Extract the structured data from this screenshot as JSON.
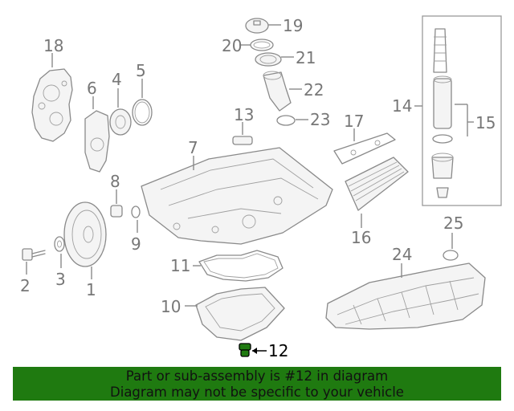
{
  "diagram": {
    "callouts": {
      "c1": "1",
      "c2": "2",
      "c3": "3",
      "c4": "4",
      "c5": "5",
      "c6": "6",
      "c7": "7",
      "c8": "8",
      "c9": "9",
      "c10": "10",
      "c11": "11",
      "c12": "12",
      "c13": "13",
      "c14": "14",
      "c15": "15",
      "c16": "16",
      "c17": "17",
      "c18": "18",
      "c19": "19",
      "c20": "20",
      "c21": "21",
      "c22": "22",
      "c23": "23",
      "c24": "24",
      "c25": "25"
    },
    "highlighted_part": "12",
    "colors": {
      "line": "#8a8a8a",
      "highlight": "#000000",
      "banner": "#1f7a10"
    }
  },
  "banner": {
    "line1": "Part or sub-assembly is #12 in diagram",
    "line2": "Diagram may not be specific to your vehicle"
  }
}
